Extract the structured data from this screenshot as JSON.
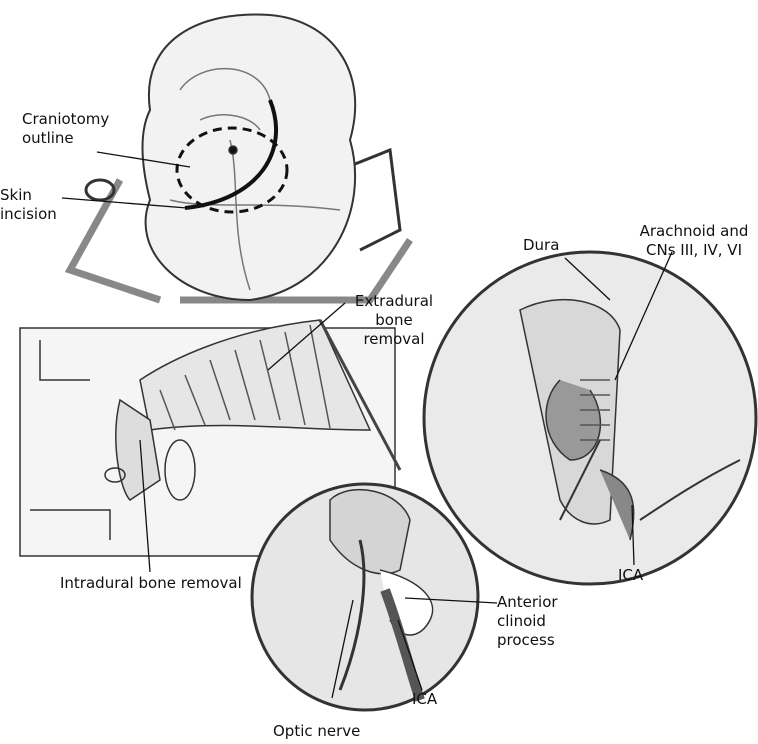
{
  "labels": {
    "craniotomy_outline": [
      "Craniotomy",
      "outline"
    ],
    "skin_incision": [
      "Skin",
      "incision"
    ],
    "dura": "Dura",
    "arachnoid": [
      "Arachnoid and",
      "CNs III, IV, VI"
    ],
    "extradural": [
      "Extradural",
      "bone",
      "removal"
    ],
    "intradural": "Intradural bone removal",
    "anterior_clinoid": [
      "Anterior",
      "clinoid",
      "process"
    ],
    "ica_right": "ICA",
    "ica_bottom": "ICA",
    "optic_nerve": "Optic nerve"
  }
}
